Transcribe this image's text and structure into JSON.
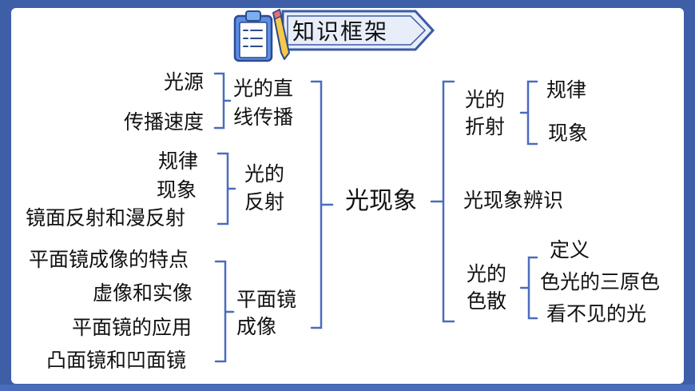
{
  "header": {
    "title": "知识框架"
  },
  "center": {
    "label": "光现象"
  },
  "left": {
    "propagation": {
      "label_l1": "光的直",
      "label_l2": "线传播",
      "items": [
        "光源",
        "传播速度"
      ]
    },
    "reflection": {
      "label_l1": "光的",
      "label_l2": "反射",
      "items": [
        "规律",
        "现象",
        "镜面反射和漫反射"
      ]
    },
    "mirror": {
      "label_l1": "平面镜",
      "label_l2": "成像",
      "items": [
        "平面镜成像的特点",
        "虚像和实像",
        "平面镜的应用",
        "凸面镜和凹面镜"
      ]
    }
  },
  "right": {
    "refraction": {
      "label_l1": "光的",
      "label_l2": "折射",
      "items": [
        "规律",
        "现象"
      ]
    },
    "identify": {
      "label": "光现象辨识"
    },
    "dispersion": {
      "label_l1": "光的",
      "label_l2": "色散",
      "items": [
        "定义",
        "色光的三原色",
        "看不见的光"
      ]
    }
  },
  "colors": {
    "background": "#3e5fa8",
    "bracket": "#4a6cbd",
    "banner_fill": "#e8eef9",
    "banner_stroke": "#3b5aa6"
  }
}
